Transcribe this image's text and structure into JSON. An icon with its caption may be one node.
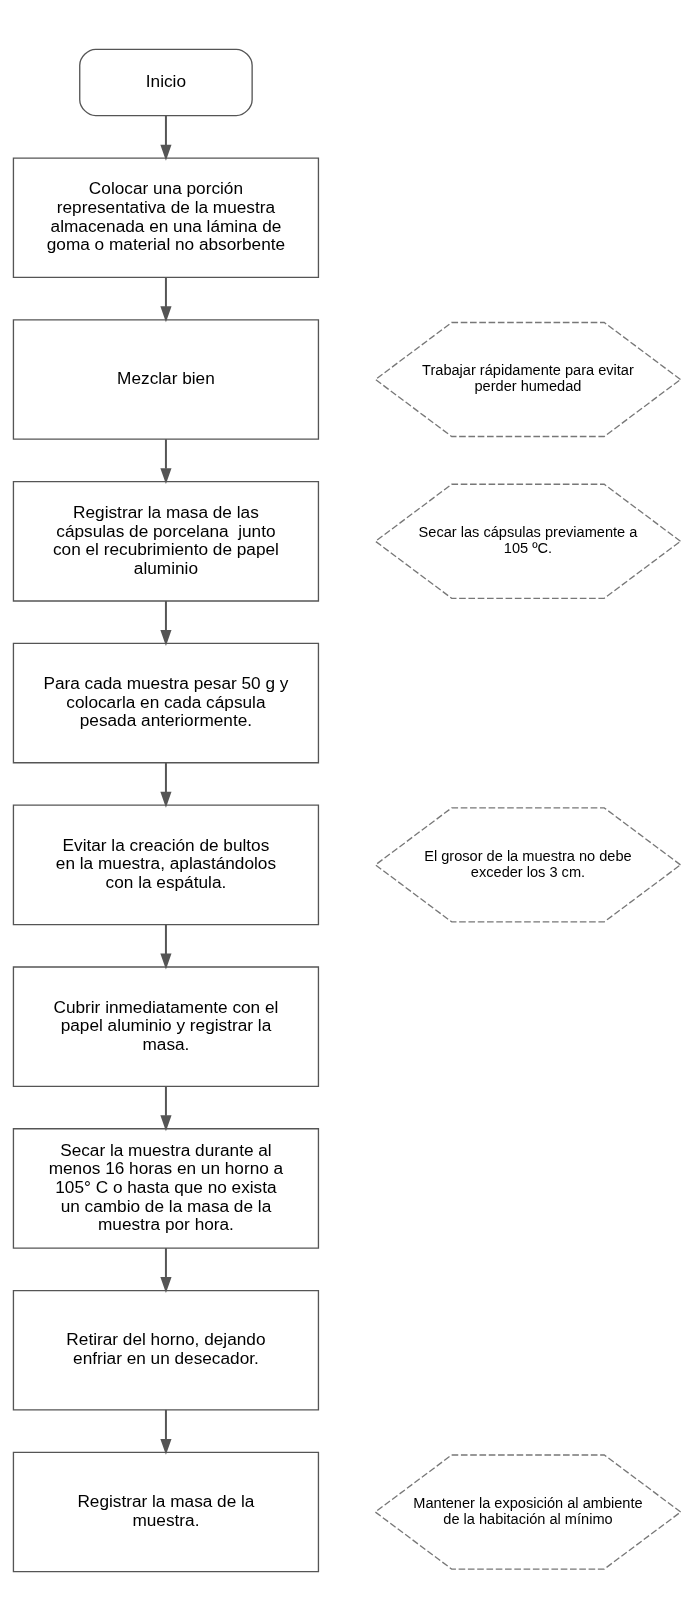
{
  "diagram": {
    "nodes": [
      {
        "text": [
          "Inicio"
        ]
      },
      {
        "text": [
          "Colocar una porción representativa de la muestra almacenada en una lámina de goma o material no absorbente"
        ]
      },
      {
        "text": [
          "Mezclar bien"
        ]
      },
      {
        "text": [
          "Trabajar rápidamente para evitar perder humedad"
        ]
      },
      {
        "text": [
          "Registrar la masa de las cápsulas de porcelana  junto con el recubrimiento de papel aluminio"
        ]
      },
      {
        "text": [
          "Secar las cápsulas previamente a 105 ºC."
        ]
      },
      {
        "text": [
          "Para cada muestra pesar 50 g y colocarla en cada cápsula pesada anteriormente."
        ]
      },
      {
        "text": [
          "Evitar la creación de bultos en la muestra, aplastándolos con la espátula."
        ]
      },
      {
        "text": [
          "El grosor de la muestra no debe exceder los 3 cm."
        ]
      },
      {
        "text": [
          "Cubrir inmediatamente con el papel aluminio y registrar la masa."
        ]
      },
      {
        "text": [
          "Secar la muestra durante al menos 16 horas en un horno a 105° C o hasta que no exista un cambio de la masa de la muestra por hora."
        ]
      },
      {
        "text": [
          "Retirar del horno, dejando enfriar en un desecador."
        ]
      },
      {
        "text": [
          "Registrar la masa de la muestra."
        ]
      },
      {
        "text": [
          "Mantener la exposición al ambiente de la habitación al mínimo"
        ]
      }
    ],
    "edges": [
      {
        "from": 0,
        "to": 1,
        "arrow": "to"
      },
      {
        "from": 1,
        "to": 2,
        "arrow": "to"
      },
      {
        "from": 2,
        "to": 4,
        "arrow": "to"
      },
      {
        "from": 4,
        "to": 6,
        "arrow": "to"
      },
      {
        "from": 6,
        "to": 7,
        "arrow": "to"
      },
      {
        "from": 7,
        "to": 9,
        "arrow": "to"
      },
      {
        "from": 9,
        "to": 10,
        "arrow": "to"
      },
      {
        "from": 10,
        "to": 11,
        "arrow": "to"
      },
      {
        "from": 11,
        "to": 12,
        "arrow": "to"
      }
    ]
  }
}
